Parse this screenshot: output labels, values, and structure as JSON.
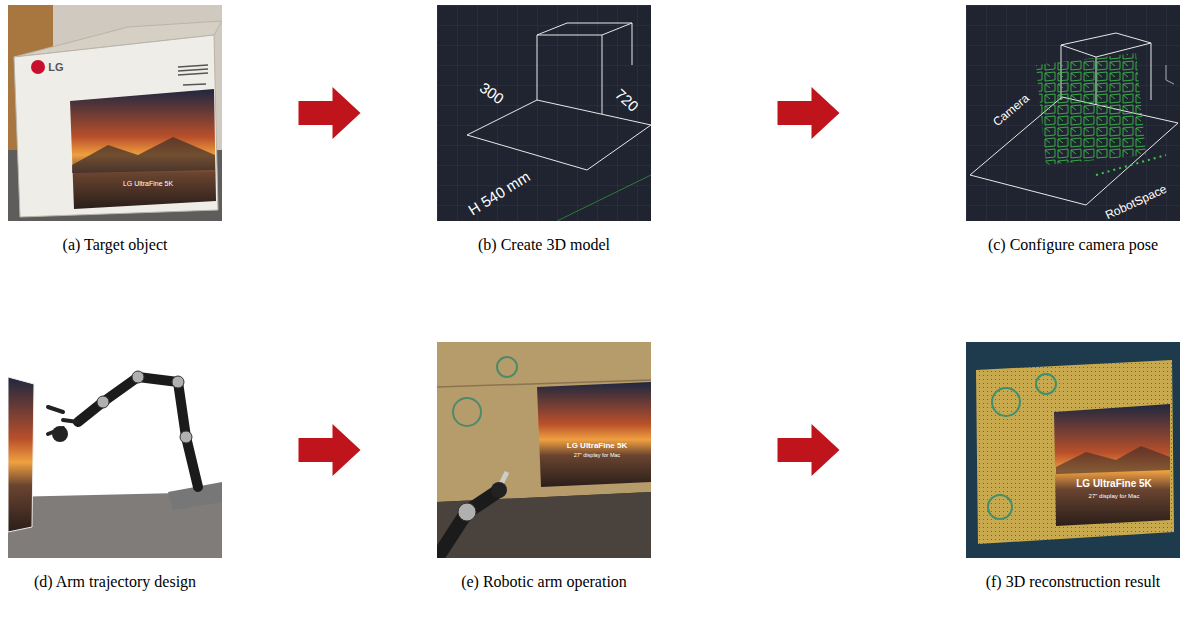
{
  "diagram": {
    "nodes": [
      {
        "text": [
          "(a) Target object"
        ]
      },
      {
        "text": [
          "(b) Create 3D model"
        ]
      },
      {
        "text": [
          "(c) Configure camera pose"
        ]
      },
      {
        "text": [
          "(d) Arm trajectory design"
        ]
      },
      {
        "text": [
          "(e) Robotic arm operation"
        ]
      },
      {
        "text": [
          "(f) 3D reconstruction result"
        ]
      }
    ],
    "edges": [
      {
        "from": 0,
        "to": 1,
        "arrow": "to"
      },
      {
        "from": 1,
        "to": 2,
        "arrow": "to"
      },
      {
        "from": 3,
        "to": 4,
        "arrow": "to"
      },
      {
        "from": 4,
        "to": 5,
        "arrow": "to"
      }
    ],
    "labels": [
      "LG",
      "LG UltraFine 5K",
      "300",
      "720",
      "H 540 mm",
      "Camera",
      "RobotSpace",
      "LG UltraFine 5K",
      "27\" display for Mac",
      "LG UltraFine 5K",
      "27\" display for Mac"
    ]
  }
}
